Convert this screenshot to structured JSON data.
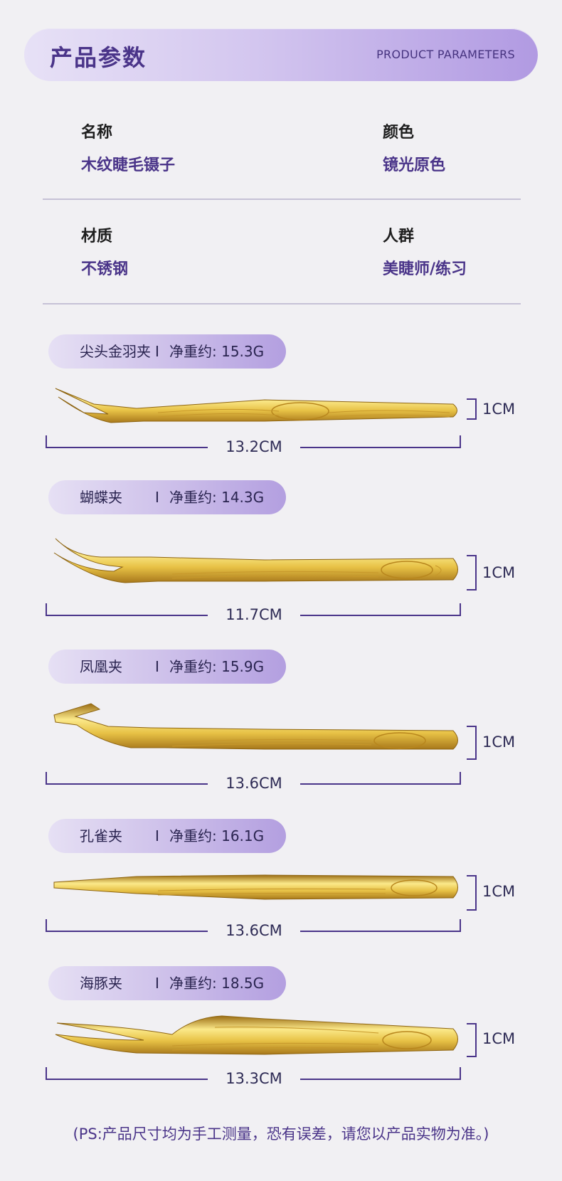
{
  "header": {
    "title": "产品参数",
    "subtitle": "PRODUCT PARAMETERS"
  },
  "params": [
    {
      "label": "名称",
      "value": "木纹睫毛镊子"
    },
    {
      "label": "颜色",
      "value": "镜光原色"
    },
    {
      "label": "材质",
      "value": "不锈钢"
    },
    {
      "label": "人群",
      "value": "美睫师/练习"
    }
  ],
  "products": [
    {
      "name": "尖头金羽夹",
      "separator": "I",
      "weight": "净重约: 15.3G",
      "height": "1CM",
      "length": "13.2CM",
      "shape": "angled-hook"
    },
    {
      "name": "蝴蝶夹",
      "separator": "I",
      "weight": "净重约: 14.3G",
      "height": "1CM",
      "length": "11.7CM",
      "shape": "curved"
    },
    {
      "name": "凤凰夹",
      "separator": "I",
      "weight": "净重约: 15.9G",
      "height": "1CM",
      "length": "13.6CM",
      "shape": "angled-hook"
    },
    {
      "name": "孔雀夹",
      "separator": "I",
      "weight": "净重约: 16.1G",
      "height": "1CM",
      "length": "13.6CM",
      "shape": "straight"
    },
    {
      "name": "海豚夹",
      "separator": "I",
      "weight": "净重约: 18.5G",
      "height": "1CM",
      "length": "13.3CM",
      "shape": "slight-curve"
    }
  ],
  "footnote": "(PS:产品尺寸均为手工测量，恐有误差，请您以产品实物为准。)",
  "colors": {
    "accent": "#4a3489",
    "gold_light": "#fbe98a",
    "gold_mid": "#e7c145",
    "gold_dark": "#9b6d14"
  }
}
